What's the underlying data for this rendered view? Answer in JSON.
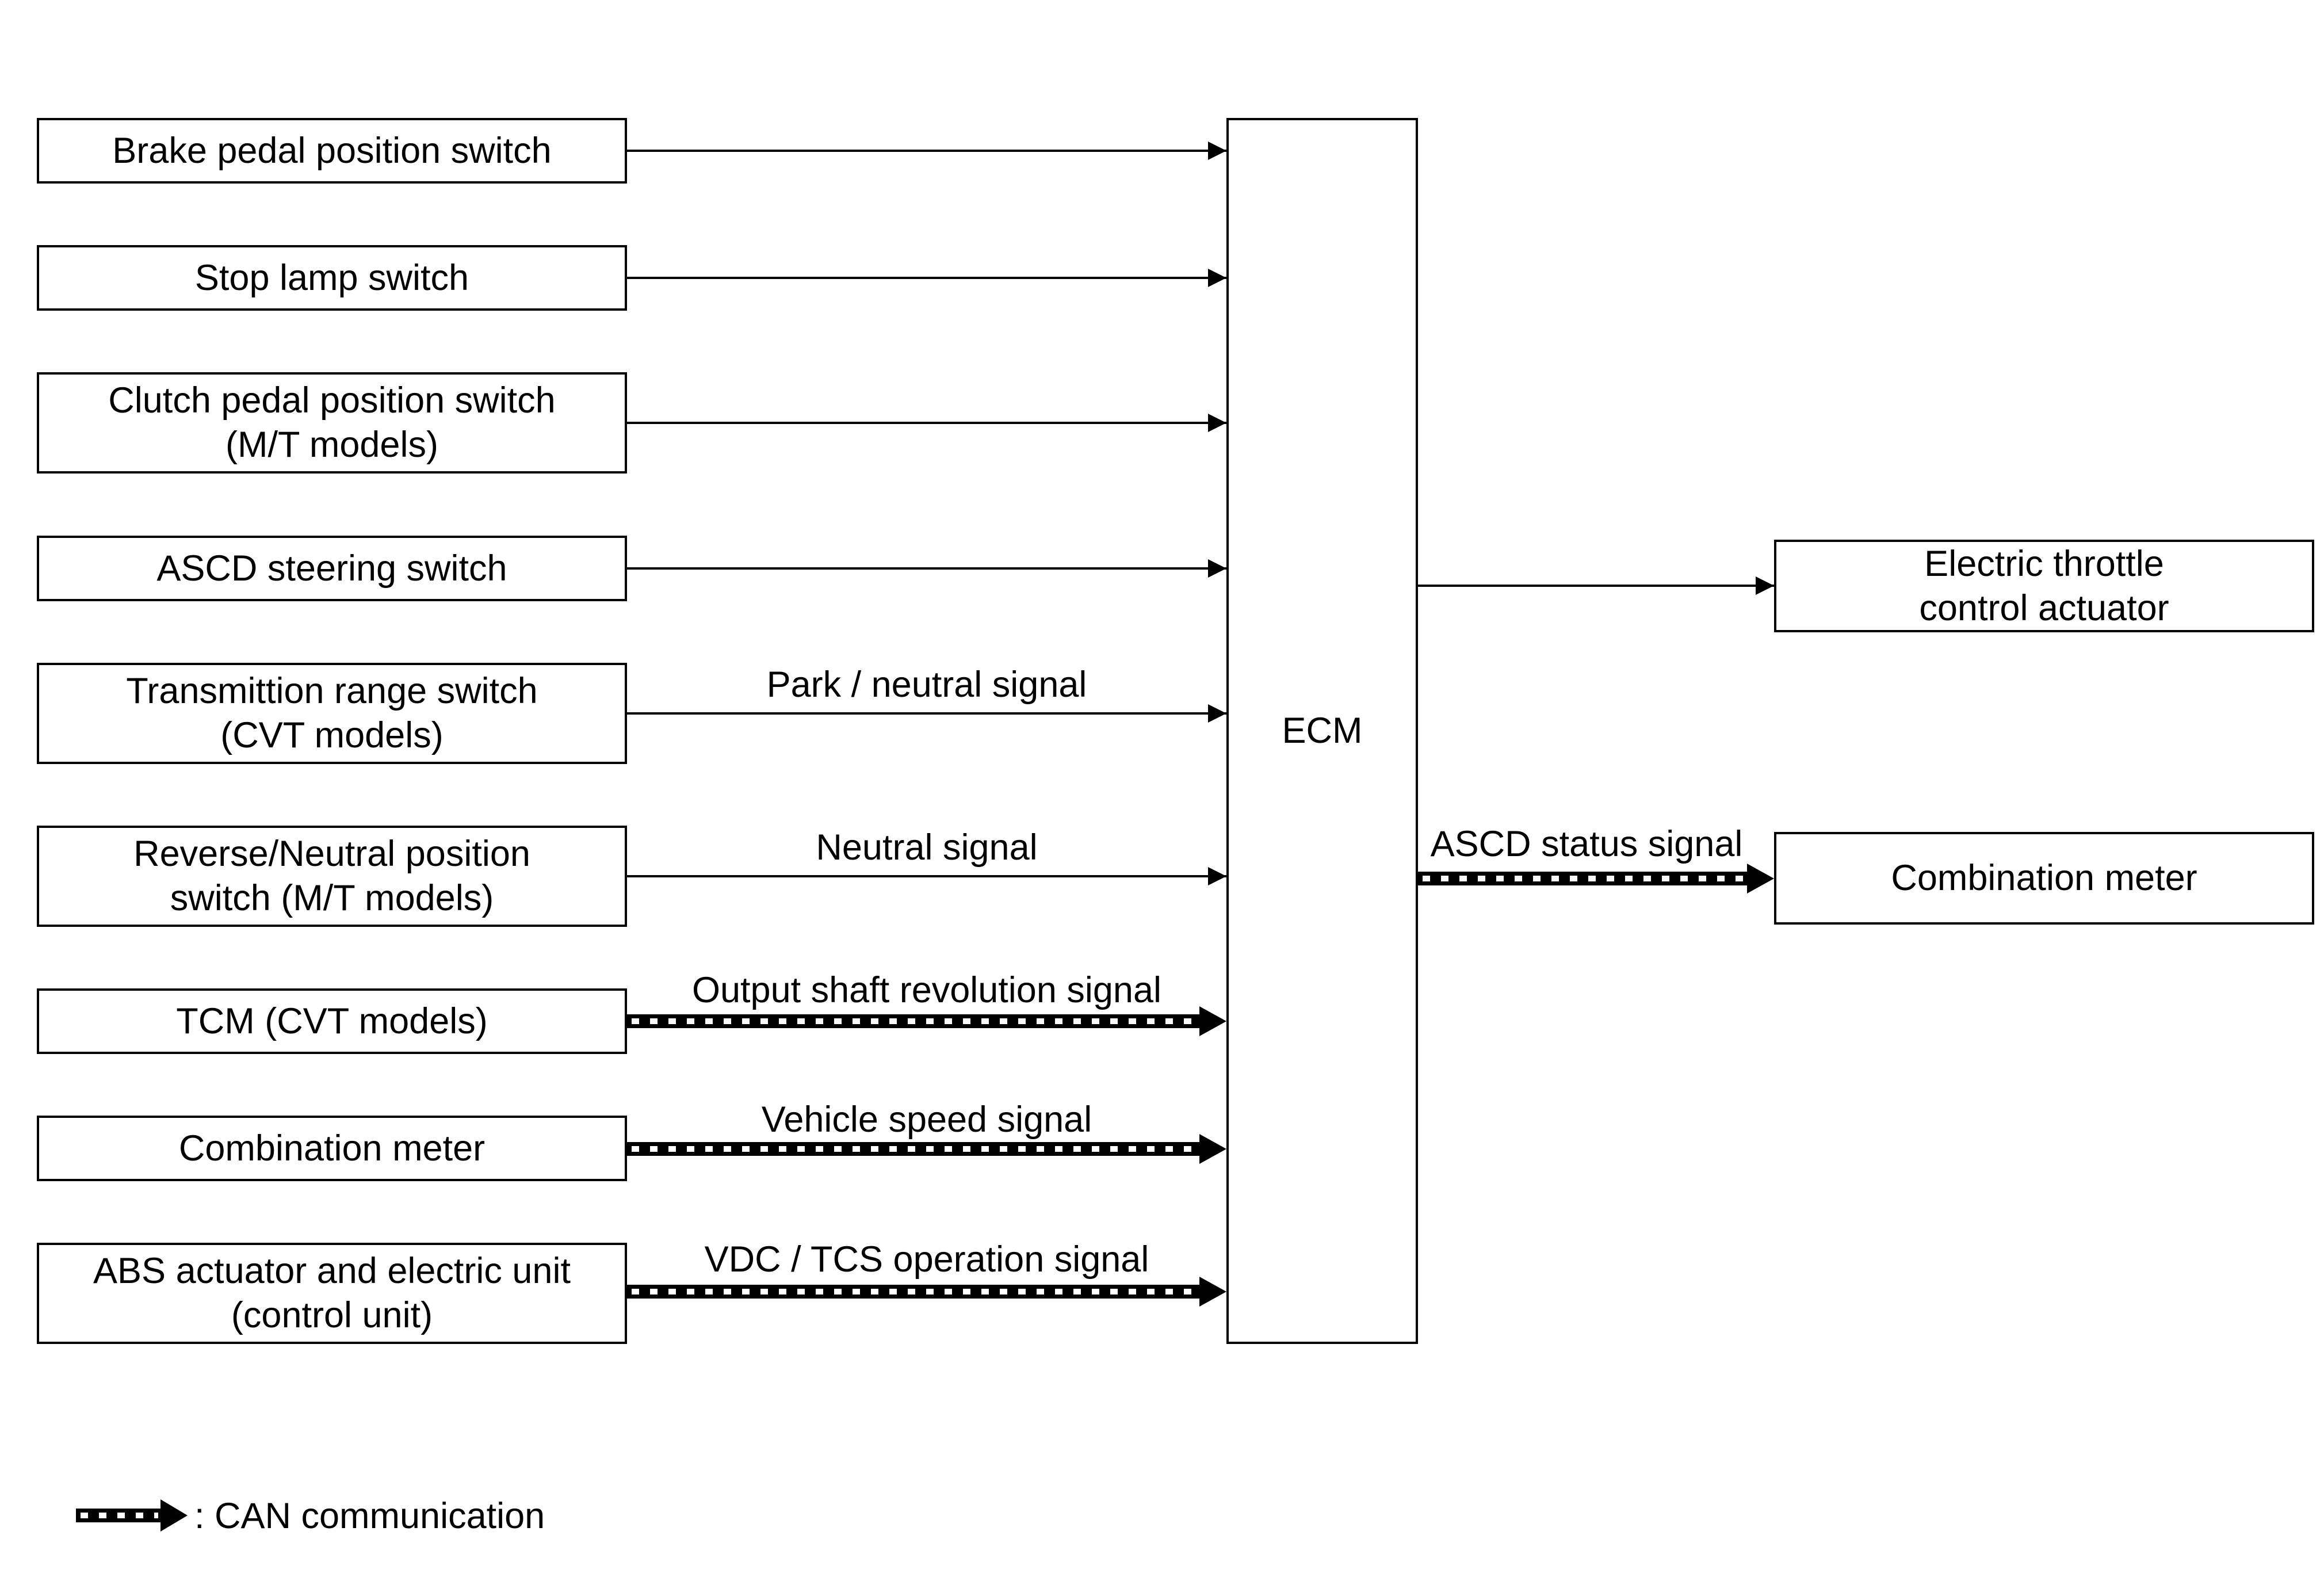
{
  "inputs": [
    {
      "label": "Brake pedal position switch",
      "signal": "",
      "can": false
    },
    {
      "label": "Stop lamp switch",
      "signal": "",
      "can": false
    },
    {
      "label": "Clutch pedal position switch\n(M/T models)",
      "signal": "",
      "can": false
    },
    {
      "label": "ASCD steering switch",
      "signal": "",
      "can": false
    },
    {
      "label": "Transmittion range switch\n(CVT models)",
      "signal": "Park / neutral signal",
      "can": false
    },
    {
      "label": "Reverse/Neutral position\nswitch (M/T models)",
      "signal": "Neutral signal",
      "can": false
    },
    {
      "label": "TCM (CVT models)",
      "signal": "Output shaft revolution signal",
      "can": true
    },
    {
      "label": "Combination meter",
      "signal": "Vehicle speed signal",
      "can": true
    },
    {
      "label": "ABS actuator and electric unit\n(control unit)",
      "signal": "VDC / TCS operation signal",
      "can": true
    }
  ],
  "ecm": {
    "label": "ECM"
  },
  "outputs": [
    {
      "label": "Electric throttle\ncontrol actuator",
      "signal": "",
      "can": false
    },
    {
      "label": "Combination meter",
      "signal": "ASCD status signal",
      "can": true
    }
  ],
  "legend": {
    "text": ": CAN communication"
  }
}
